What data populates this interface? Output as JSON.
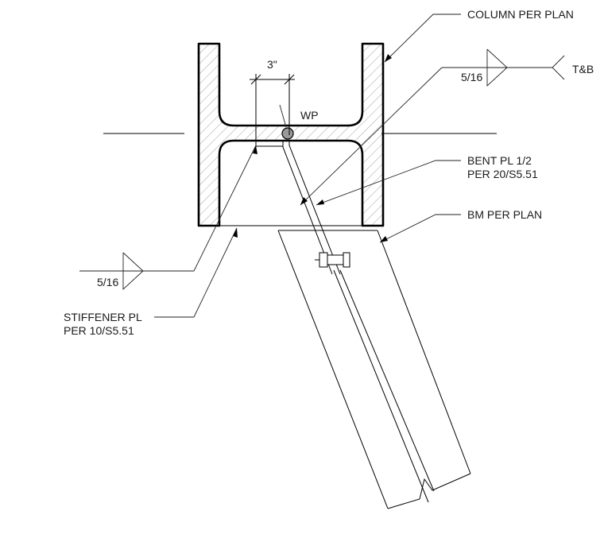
{
  "labels": {
    "column": "COLUMN PER PLAN",
    "weld_top_size": "5/16",
    "weld_top_note": "T&B",
    "dimension": "3\"",
    "work_point": "WP",
    "bent_plate_line1": "BENT PL 1/2",
    "bent_plate_line2": "PER 20/S5.51",
    "beam": "BM PER PLAN",
    "weld_left_size": "5/16",
    "stiffener_line1": "STIFFENER PL",
    "stiffener_line2": "PER 10/S5.51"
  },
  "colors": {
    "line": "#000000",
    "hatch": "#8a8a8a",
    "wp_fill": "#9a9a9a",
    "text": "#1a1a1a"
  }
}
